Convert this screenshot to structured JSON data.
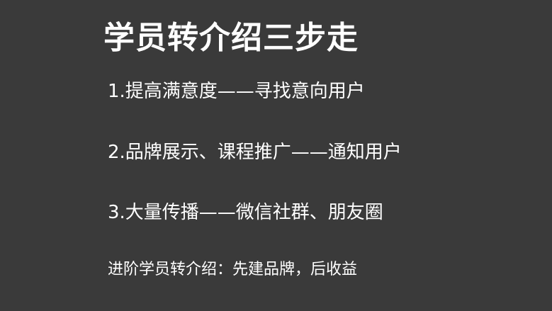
{
  "slide": {
    "title": "学员转介绍三步走",
    "steps": [
      "1.提高满意度——寻找意向用户",
      "2.品牌展示、课程推广——通知用户",
      "3.大量传播——微信社群、朋友圈"
    ],
    "note": "进阶学员转介绍：先建品牌，后收益"
  },
  "colors": {
    "background": "#3a3a3a",
    "text": "#ffffff"
  }
}
